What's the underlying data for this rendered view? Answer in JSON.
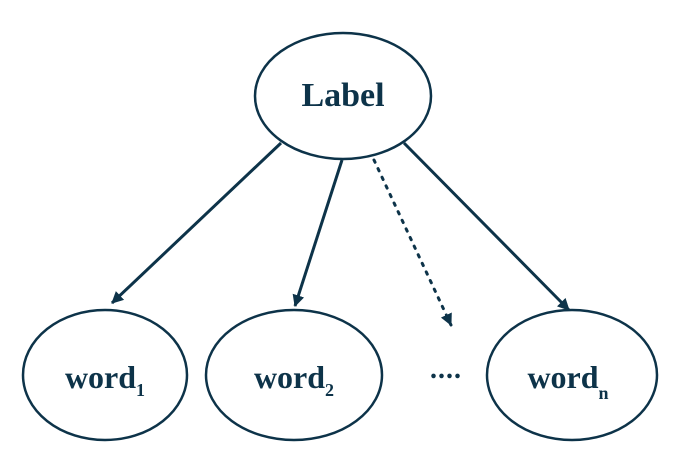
{
  "diagram": {
    "root": {
      "label": "Label"
    },
    "leaves": [
      {
        "word": "word",
        "subscript": "1"
      },
      {
        "word": "word",
        "subscript": "2"
      },
      {
        "word": "word",
        "subscript": "n"
      }
    ],
    "ellipsis": "....",
    "colors": {
      "stroke": "#0d3349",
      "text": "#0d3349",
      "background": "#ffffff"
    }
  }
}
